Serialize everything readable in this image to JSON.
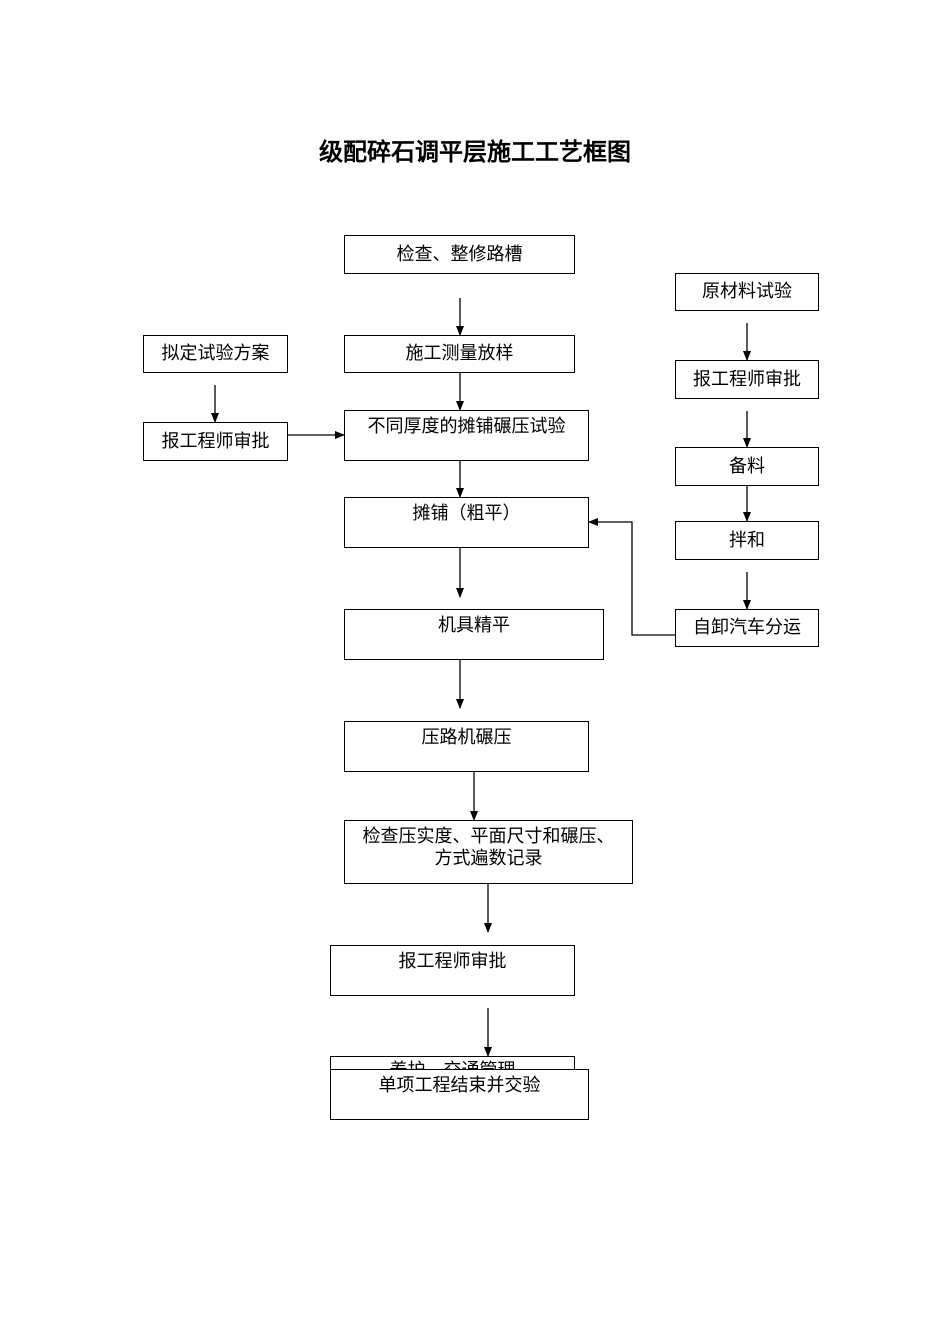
{
  "title": "级配碎石调平层施工工艺框图",
  "nodes": {
    "inspect_trench": "检查、整修路槽",
    "survey_layout": "施工测量放样",
    "draft_test_plan": "拟定试验方案",
    "report_engineer_left": "报工程师审批",
    "paving_test": "不同厚度的摊铺碾压试验",
    "rough_paving": "摊铺（粗平）",
    "machine_leveling": "机具精平",
    "roller_compaction": "压路机碾压",
    "inspection_record": "检查压实度、平面尺寸和碾压、\n方式遍数记录",
    "report_engineer_bottom": "报工程师审批",
    "hidden_text": "养护、交通管理",
    "final_acceptance": "单项工程结束并交验",
    "raw_material_test": "原材料试验",
    "report_engineer_right": "报工程师审批",
    "prepare_material": "备料",
    "mixing": "拌和",
    "truck_transport": "自卸汽车分运"
  }
}
